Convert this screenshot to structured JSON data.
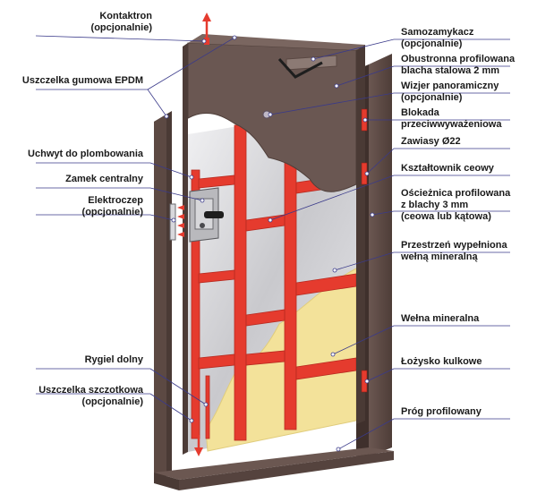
{
  "labels": {
    "kontaktron": {
      "line1": "Kontaktron",
      "line2": "(opcjonalnie)"
    },
    "uszczelka_epdm": {
      "line1": "Uszczelka gumowa EPDM"
    },
    "uchwyt": {
      "line1": "Uchwyt do plombowania"
    },
    "zamek": {
      "line1": "Zamek centralny"
    },
    "elektroczep": {
      "line1": "Elektroczep",
      "line2": "(opcjonalnie)"
    },
    "rygiel": {
      "line1": "Rygiel dolny"
    },
    "uszczelka_szczotkowa": {
      "line1": "Uszczelka szczotkowa",
      "line2": "(opcjonalnie)"
    },
    "samozamykacz": {
      "line1": "Samozamykacz",
      "line2": "(opcjonalnie)"
    },
    "obustronna": {
      "line1": "Obustronna profilowana",
      "line2": "blacha stalowa 2 mm"
    },
    "wizjer": {
      "line1": "Wizjer panoramiczny",
      "line2": "(opcjonalnie)"
    },
    "blokada": {
      "line1": "Blokada",
      "line2": "przeciwwyważeniowa"
    },
    "zawiasy": {
      "line1": "Zawiasy Ø22"
    },
    "ksztaltownik": {
      "line1": "Kształtownik ceowy"
    },
    "oscieznica": {
      "line1": "Ościeżnica profilowana",
      "line2": "z blachy 3 mm",
      "line3": "(ceowa lub kątowa)"
    },
    "przestrzen": {
      "line1": "Przestrzeń wypełniona",
      "line2": "wełną mineralną"
    },
    "welna": {
      "line1": "Wełna mineralna"
    },
    "lozysko": {
      "line1": "Łożysko kulkowe"
    },
    "prog": {
      "line1": "Próg profilowany"
    }
  },
  "colors": {
    "frame": "#5e4b45",
    "frame_dark": "#3f302c",
    "door_skin": "#6a5752",
    "steel_red": "#e53b2e",
    "steel_red_dark": "#b72a20",
    "cavity": "#cfcfd2",
    "wool": "#f4e59a",
    "leader_line": "#3a3a8a"
  }
}
